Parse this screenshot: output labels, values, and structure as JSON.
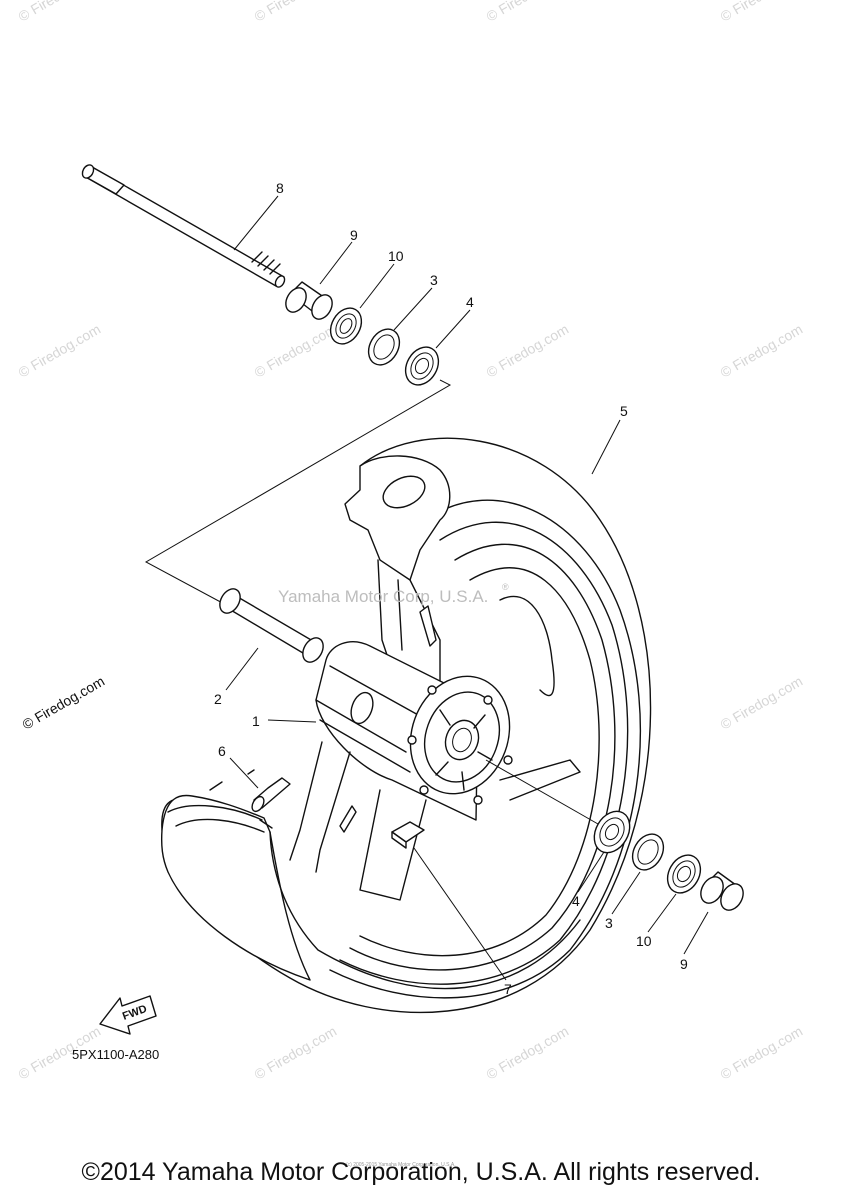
{
  "watermark": {
    "text": "© Firedog.com",
    "center_text": "Yamaha Motor Corp, U.S.A.",
    "center_mark": "®",
    "color": "#d6d6d6"
  },
  "diagram_code": "5PX1100-A280",
  "fwd_label": "FWD",
  "fine_print": "(c) 2005-2015 Yamaha Motor Corporation, U.S.A.",
  "copyright": "©2014 Yamaha Motor Corporation, U.S.A. All rights reserved.",
  "callouts": {
    "c1": "1",
    "c2": "2",
    "c3a": "3",
    "c3b": "3",
    "c4a": "4",
    "c4b": "4",
    "c5": "5",
    "c6": "6",
    "c7": "7",
    "c8": "8",
    "c9a": "9",
    "c9b": "9",
    "c10a": "10",
    "c10b": "10"
  }
}
